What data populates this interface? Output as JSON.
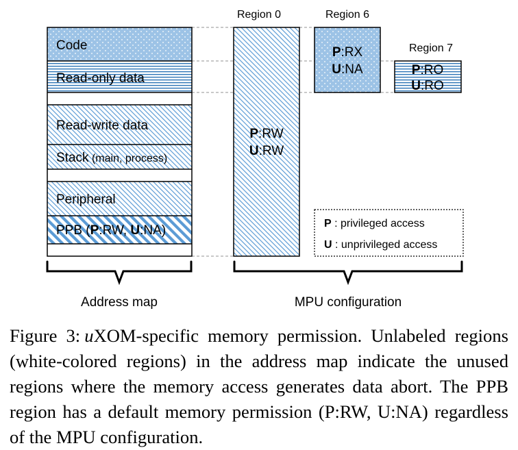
{
  "figure": {
    "address_map": {
      "title": "Address map",
      "segments": [
        {
          "id": "code",
          "label": "Code"
        },
        {
          "id": "rodata",
          "label": "Read-only data"
        },
        {
          "id": "rwdata",
          "label": "Read-write data"
        },
        {
          "id": "stack",
          "label": "Stack",
          "suffix": " (main, process)"
        },
        {
          "id": "peripheral",
          "label": "Peripheral"
        },
        {
          "id": "ppb",
          "pre": "PPB (",
          "p": "P",
          "p_val": ":RW, ",
          "u": "U",
          "u_val": ":NA)"
        }
      ]
    },
    "mpu": {
      "title": "MPU configuration",
      "regions": [
        {
          "id": "region0",
          "name": "Region 0",
          "p_letter": "P",
          "p_value": ":RW",
          "u_letter": "U",
          "u_value": ":RW"
        },
        {
          "id": "region6",
          "name": "Region 6",
          "p_letter": "P",
          "p_value": ":RX",
          "u_letter": "U",
          "u_value": ":NA"
        },
        {
          "id": "region7",
          "name": "Region 7",
          "p_letter": "P",
          "p_value": ":RO",
          "u_letter": "U",
          "u_value": ":RO"
        }
      ],
      "legend": [
        {
          "letter": "P",
          "text": " : privileged access"
        },
        {
          "letter": "U",
          "text": " : unprivileged access"
        }
      ]
    },
    "colors": {
      "code_fill": "#9dc3e6",
      "stripe": "#2e75b6",
      "hatch": "#5b9bd5",
      "outline": "#000000",
      "guide": "#a6a6a6"
    }
  },
  "caption": {
    "label": "Figure 3:",
    "u": "u",
    "text": "XOM-specific memory permission. Unlabeled regions (white-colored regions) in the address map indicate the unused regions where the memory access generates data abort. The PPB region has a default memory permission (P:RW, U:NA) regardless of the MPU configuration."
  }
}
